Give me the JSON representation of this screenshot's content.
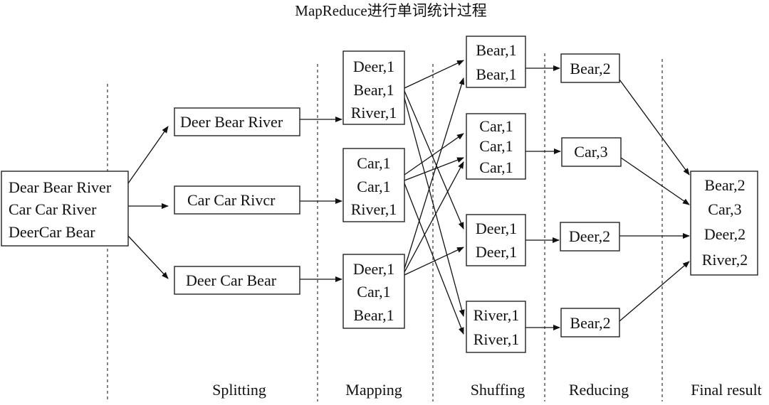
{
  "title": "MapReduce进行单词统计过程",
  "colors": {
    "line": "#111111",
    "box_border": "#222222",
    "background": "#ffffff"
  },
  "stages": {
    "splitting": "Splitting",
    "mapping": "Mapping",
    "shuffling": "Shuffing",
    "reducing": "Reducing",
    "final": "Final result"
  },
  "input": {
    "lines": [
      "Dear Bear River",
      "Car Car River",
      "DeerCar Bear"
    ]
  },
  "splits": [
    {
      "text": "Deer Bear River"
    },
    {
      "text": "Car Car Rivcr"
    },
    {
      "text": "Deer Car Bear"
    }
  ],
  "maps": [
    {
      "lines": [
        "Deer,1",
        "Bear,1",
        "River,1"
      ]
    },
    {
      "lines": [
        "Car,1",
        "Car,1",
        "River,1"
      ]
    },
    {
      "lines": [
        "Deer,1",
        "Car,1",
        "Bear,1"
      ]
    }
  ],
  "shuffles": [
    {
      "lines": [
        "Bear,1",
        "Bear,1"
      ]
    },
    {
      "lines": [
        "Car,1",
        "Car,1",
        "Car,1"
      ]
    },
    {
      "lines": [
        "Deer,1",
        "Deer,1"
      ]
    },
    {
      "lines": [
        "River,1",
        "River,1"
      ]
    }
  ],
  "reduces": [
    {
      "text": "Bear,2"
    },
    {
      "text": "Car,3"
    },
    {
      "text": "Deer,2"
    },
    {
      "text": "Bear,2"
    }
  ],
  "final": {
    "lines": [
      "Bear,2",
      "Car,3",
      "Deer,2",
      "River,2"
    ]
  }
}
